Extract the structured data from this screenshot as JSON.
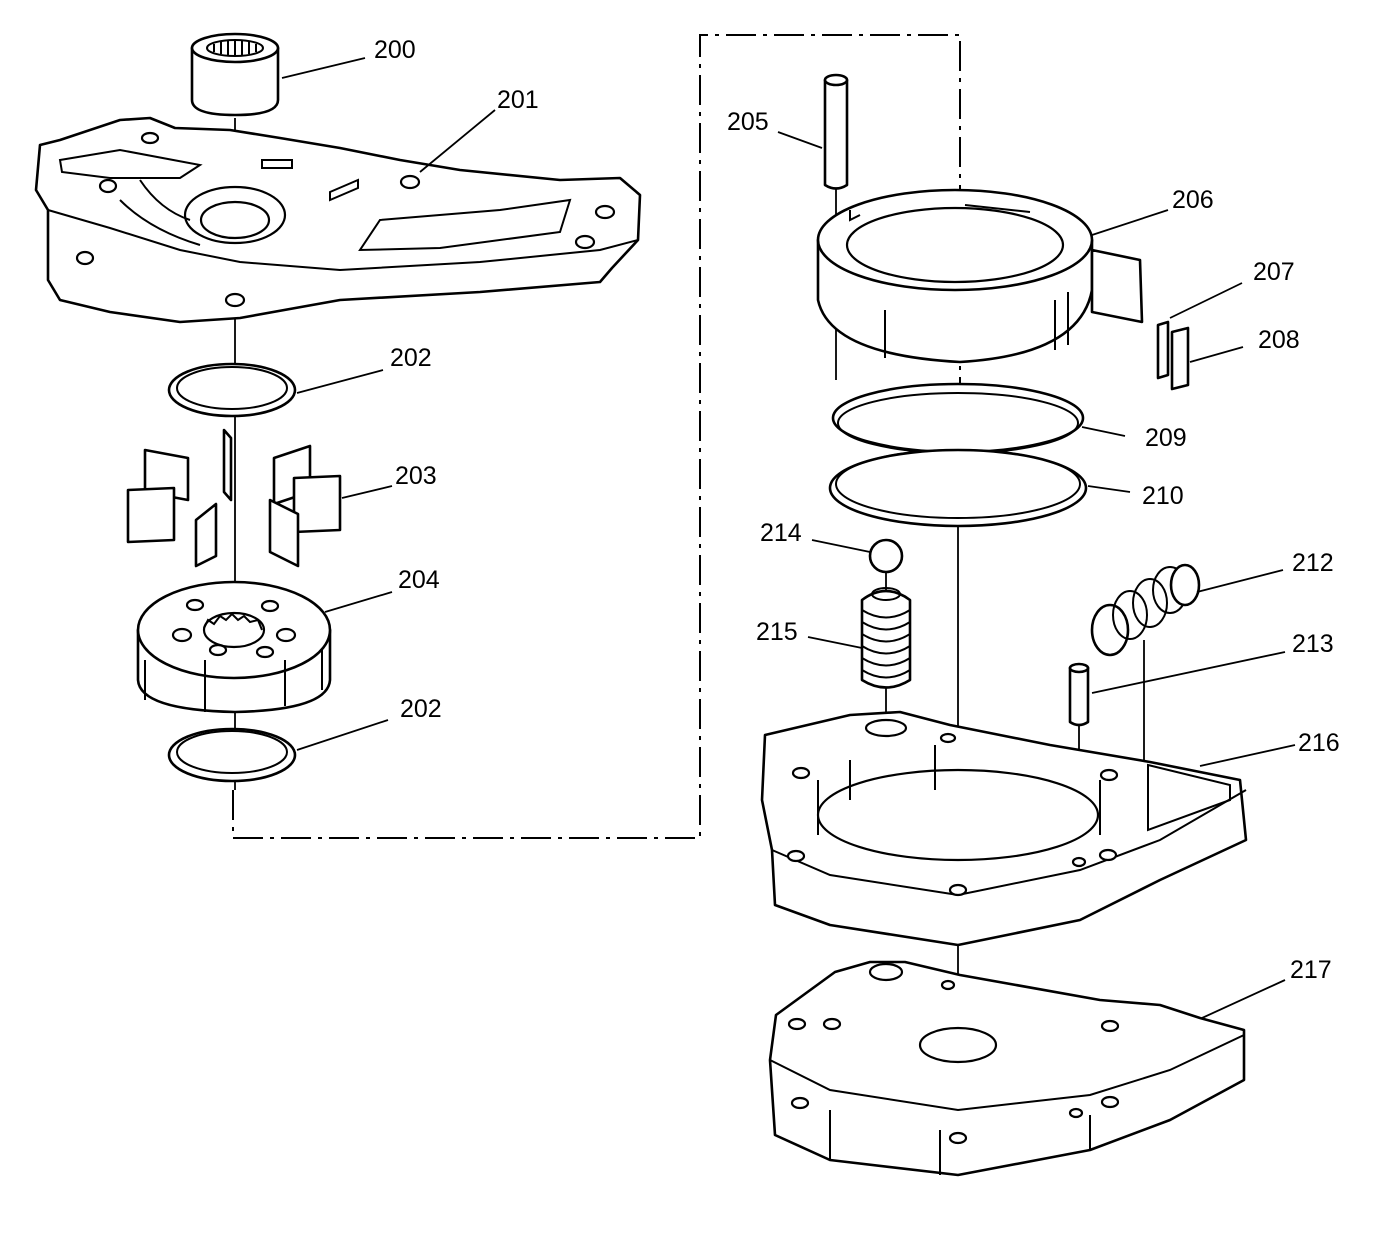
{
  "callouts": [
    {
      "id": "200",
      "text": "200"
    },
    {
      "id": "201",
      "text": "201"
    },
    {
      "id": "202a",
      "text": "202"
    },
    {
      "id": "203",
      "text": "203"
    },
    {
      "id": "204",
      "text": "204"
    },
    {
      "id": "202b",
      "text": "202"
    },
    {
      "id": "205",
      "text": "205"
    },
    {
      "id": "206",
      "text": "206"
    },
    {
      "id": "207",
      "text": "207"
    },
    {
      "id": "208",
      "text": "208"
    },
    {
      "id": "209",
      "text": "209"
    },
    {
      "id": "210",
      "text": "210"
    },
    {
      "id": "214",
      "text": "214"
    },
    {
      "id": "212",
      "text": "212"
    },
    {
      "id": "215",
      "text": "215"
    },
    {
      "id": "213",
      "text": "213"
    },
    {
      "id": "216",
      "text": "216"
    },
    {
      "id": "217",
      "text": "217"
    }
  ]
}
